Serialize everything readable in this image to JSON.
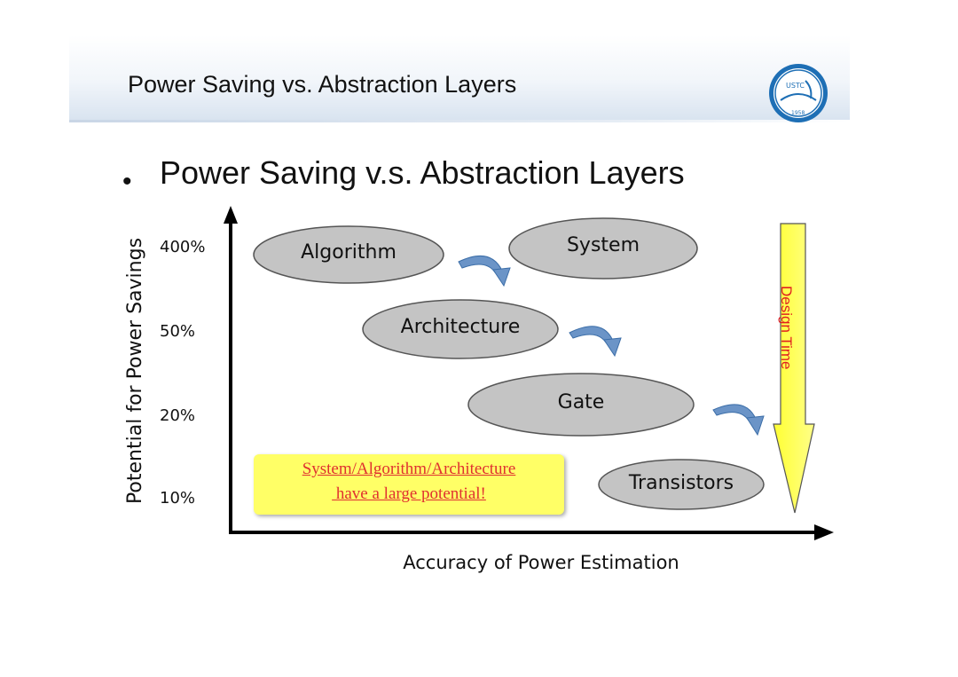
{
  "header": {
    "title": "Power Saving vs. Abstraction Layers",
    "logo_text": "USTC",
    "logo_year": "1958"
  },
  "bullet": {
    "dot": "•",
    "text": "Power Saving v.s. Abstraction Layers"
  },
  "diagram": {
    "y_axis_label": "Potential for Power Savings",
    "x_axis_label": "Accuracy of Power Estimation",
    "y_ticks": [
      "400%",
      "50%",
      "20%",
      "10%"
    ],
    "layers": [
      "Algorithm",
      "System",
      "Architecture",
      "Gate",
      "Transistors"
    ],
    "note": {
      "line1": "System/Algorithm/Architecture",
      "line2": " have a large potential!"
    },
    "arrow_label": "Design Time",
    "colors": {
      "ellipse_fill": "#c4c4c4",
      "curved_arrow": "#6b94c7",
      "note_bg": "#ffff66",
      "note_text": "#e03030",
      "design_arrow": "#ffff33"
    }
  }
}
